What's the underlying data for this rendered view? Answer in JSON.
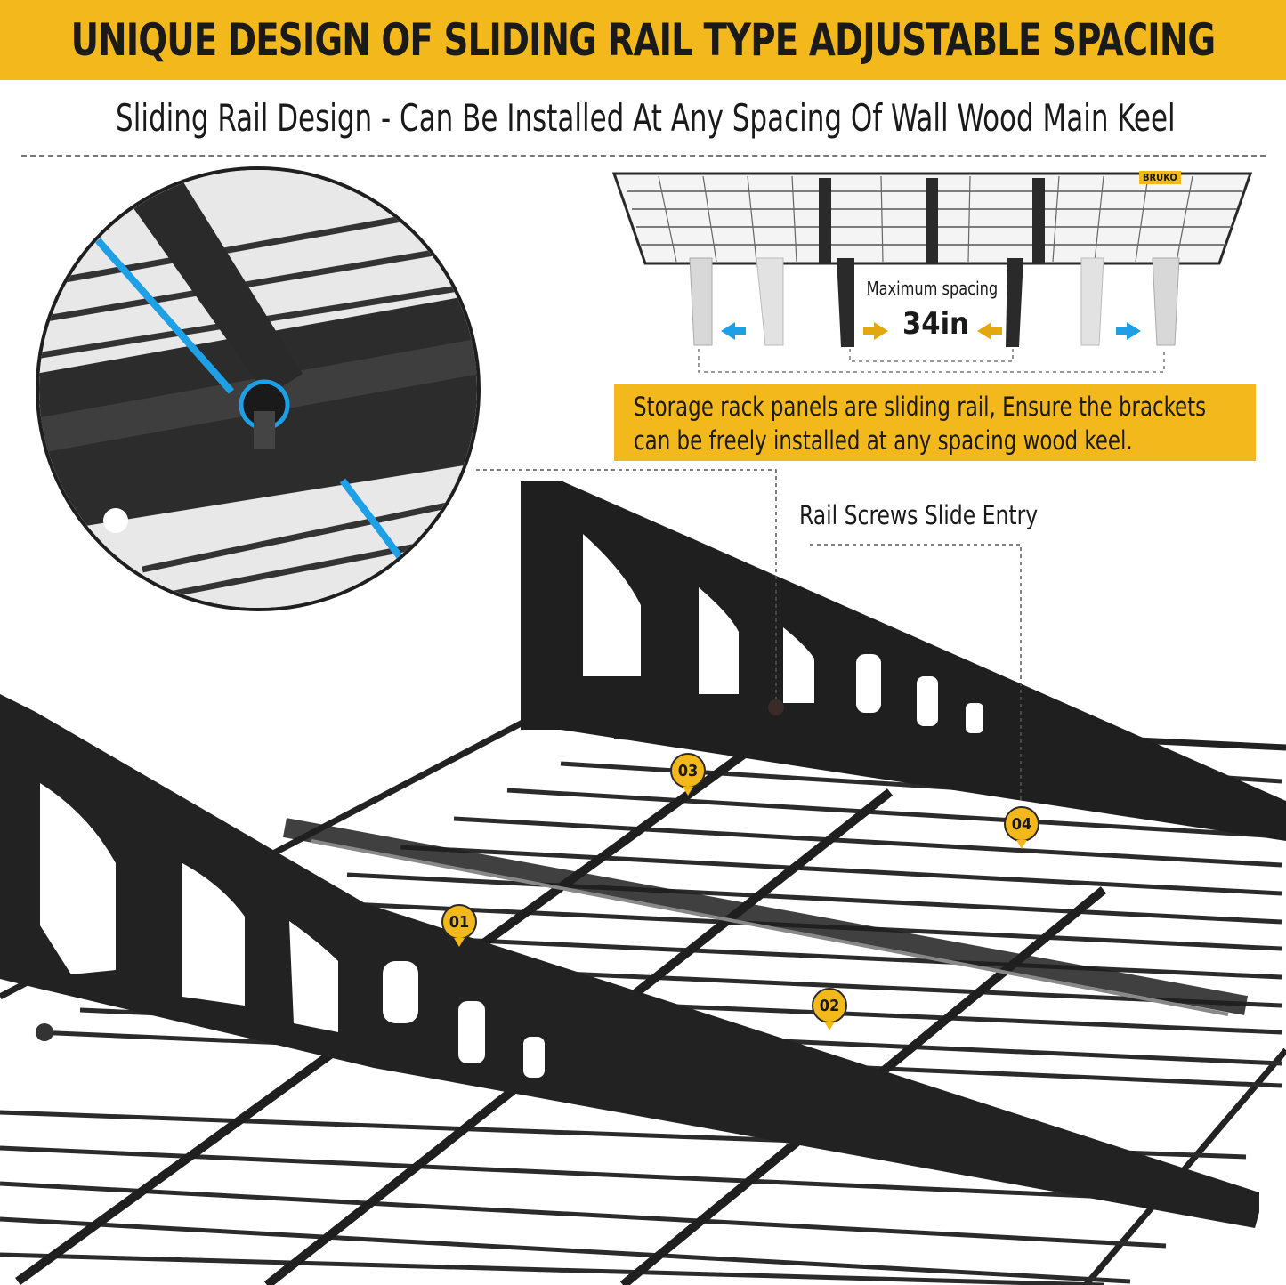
{
  "banner": {
    "title": "UNIQUE DESIGN OF SLIDING RAIL TYPE ADJUSTABLE SPACING"
  },
  "subtitle": "Sliding Rail Design - Can Be Installed At Any Spacing Of Wall Wood Main Keel",
  "spacing": {
    "label": "Maximum spacing",
    "value": "34in"
  },
  "brand": "BRUKO",
  "callout": {
    "line1": "Storage rack panels are sliding rail, Ensure the brackets",
    "line2": "can be freely installed at any spacing wood keel."
  },
  "rail_label": "Rail Screws Slide Entry",
  "markers": [
    "01",
    "02",
    "03",
    "04"
  ],
  "colors": {
    "accent": "#f3b81b",
    "rack": "#1f1f1f",
    "arrow_blue": "#1ea0e6"
  }
}
